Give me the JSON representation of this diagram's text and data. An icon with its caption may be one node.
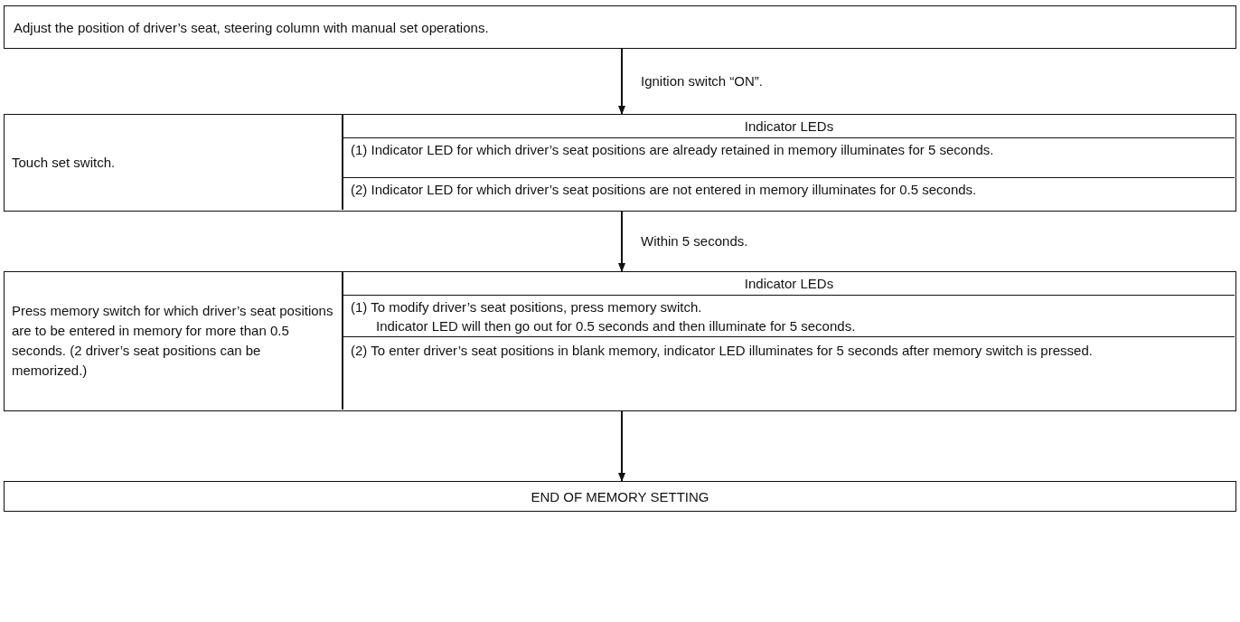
{
  "diagram": {
    "nodes": [
      {
        "text": [
          "Adjust the position of driver’s seat, steering column with manual set operations."
        ]
      },
      {
        "text": [],
        "shape": "box"
      },
      {
        "text": [
          "Touch set switch."
        ],
        "in": 1
      },
      {
        "text": [
          "Indicator LEDs",
          "(1) Indicator LED for which driver’s seat positions are already retained in memory illuminates for 5 seconds.",
          "(2) Indicator LED for which driver’s seat positions are not entered in memory illuminates for 0.5 seconds."
        ],
        "in": 1
      },
      {
        "text": [],
        "shape": "box"
      },
      {
        "text": [
          "Press memory switch for which driver’s seat positions are to be entered in memory for more than 0.5 seconds. (2 driver’s seat positions can be memorized.)"
        ],
        "in": 4
      },
      {
        "text": [
          "Indicator LEDs",
          "(1) To modify driver’s seat positions, press memory switch.",
          "Indicator LED will then go out for 0.5 seconds and then illuminate for 5 seconds.",
          "(2) To enter driver’s seat positions in blank memory, indicator LED illuminates for 5 seconds after memory switch is pressed."
        ],
        "in": 4
      },
      {
        "text": [
          "END OF MEMORY SETTING"
        ]
      }
    ],
    "edges": [
      {
        "from": 0,
        "to": 1,
        "arrow": "to",
        "label": "Ignition switch “ON”."
      },
      {
        "from": 1,
        "to": 4,
        "arrow": "to",
        "label": "Within 5 seconds."
      },
      {
        "from": 4,
        "to": 7,
        "arrow": "to"
      }
    ]
  }
}
